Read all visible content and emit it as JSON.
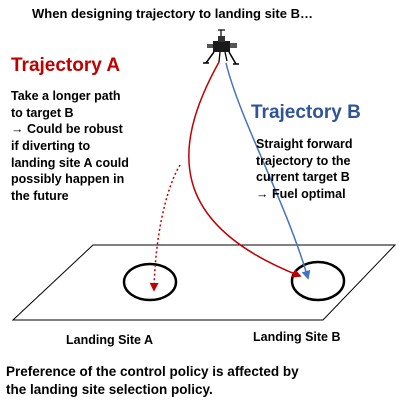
{
  "title": "When designing trajectory to landing site B…",
  "trajectory_a": {
    "heading": "Trajectory A",
    "description": [
      "Take a longer path",
      "to target B",
      "→ Could be robust",
      "if diverting to",
      "landing site A could",
      "possibly happen in",
      "the future"
    ],
    "color": "#c00000"
  },
  "trajectory_b": {
    "heading": "Trajectory B",
    "description": [
      "Straight forward",
      "trajectory to the",
      "current target B",
      "→ Fuel optimal"
    ],
    "color": "#4472c4"
  },
  "landing_sites": {
    "a": "Landing Site A",
    "b": "Landing Site B"
  },
  "footer": [
    "Preference of the control policy is affected by",
    "the landing site selection policy."
  ],
  "icons": {
    "lander": "lander-icon"
  }
}
